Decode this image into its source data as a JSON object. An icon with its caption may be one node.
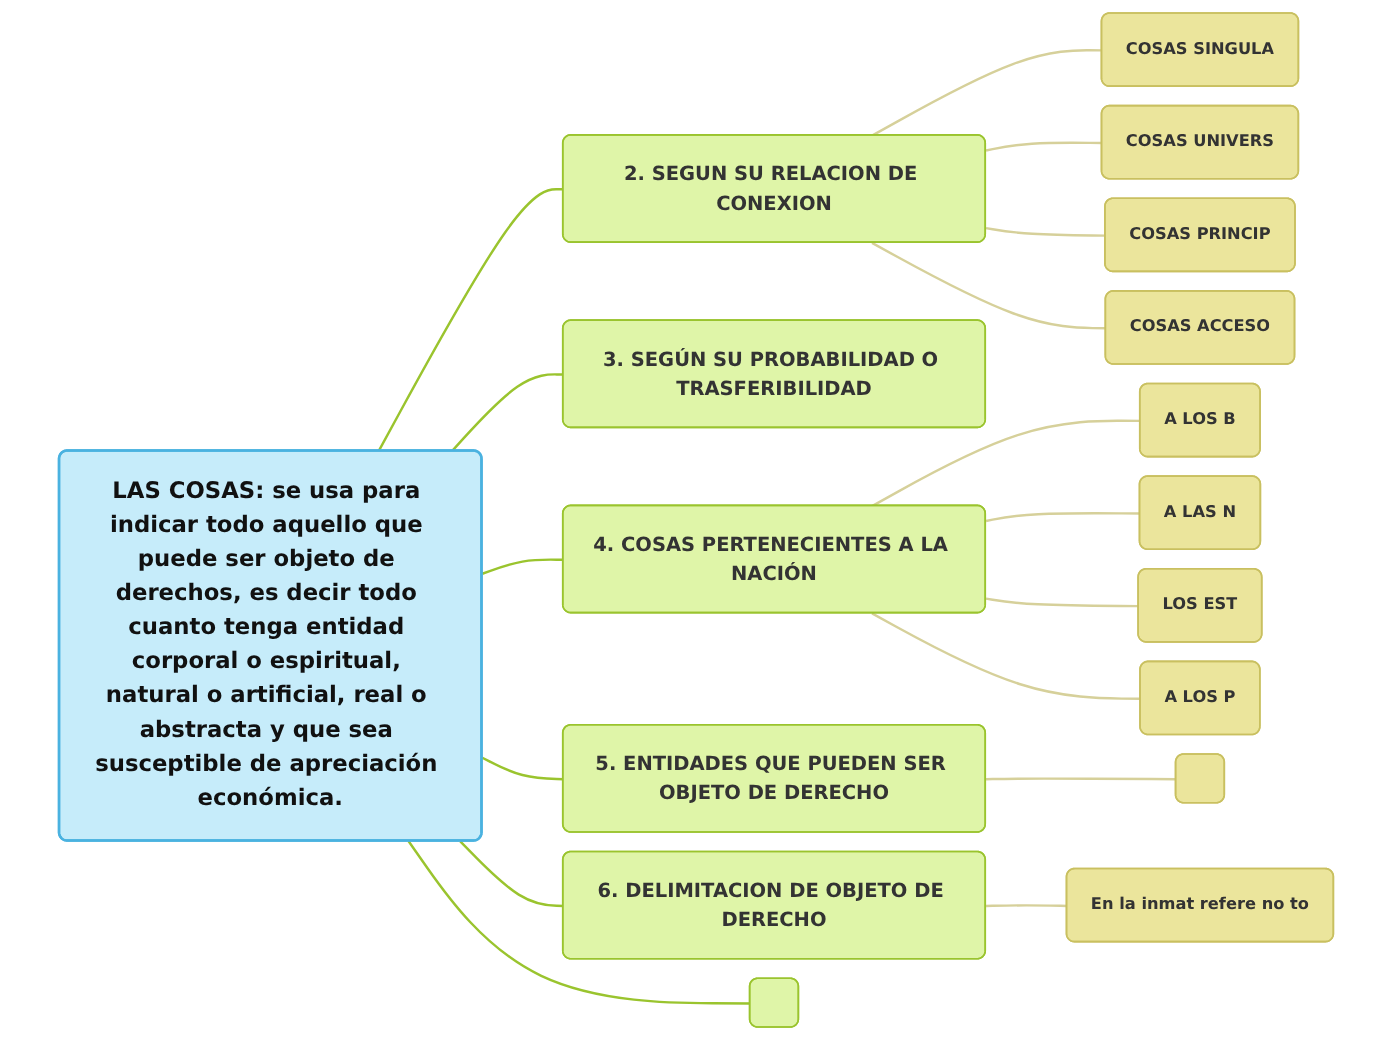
{
  "diagram": {
    "nodes": [
      {
        "text": [
          "LAS COSAS: se usa para indicar todo aquello que puede ser objeto de derechos, es decir todo cuanto tenga entidad corporal o espiritual, natural o artificial, real o abstracta y que sea susceptible de apreciación económica."
        ]
      },
      {
        "text": [
          "2. SEGUN SU RELACION DE CONEXION"
        ]
      },
      {
        "text": [
          "COSAS SINGULA"
        ]
      },
      {
        "text": [
          "COSAS UNIVERS"
        ]
      },
      {
        "text": [
          "COSAS  PRINCIP"
        ]
      },
      {
        "text": [
          "COSAS ACCESO"
        ]
      },
      {
        "text": [
          "3. SEGÚN SU PROBABILIDAD O TRASFERIBILIDAD"
        ]
      },
      {
        "text": [
          "4. COSAS PERTENECIENTES A LA NACIÓN"
        ]
      },
      {
        "text": [
          "A LOS B"
        ]
      },
      {
        "text": [
          "A LAS N"
        ]
      },
      {
        "text": [
          "LOS EST"
        ]
      },
      {
        "text": [
          "A LOS P"
        ]
      },
      {
        "text": [
          "5. ENTIDADES QUE PUEDEN SER OBJETO DE DERECHO"
        ]
      },
      {
        "text": [],
        "shape": "box"
      },
      {
        "text": [
          "6. DELIMITACION DE OBJETO DE DERECHO"
        ]
      },
      {
        "text": [
          "En la inmat refere no to"
        ]
      },
      {
        "text": [],
        "shape": "box"
      }
    ],
    "edges": [
      {
        "from": 0,
        "to": 1,
        "arrow": "none",
        "color": "#9ac42e"
      },
      {
        "from": 1,
        "to": 2,
        "arrow": "none"
      },
      {
        "from": 1,
        "to": 3,
        "arrow": "none"
      },
      {
        "from": 1,
        "to": 4,
        "arrow": "none"
      },
      {
        "from": 1,
        "to": 5,
        "arrow": "none"
      },
      {
        "from": 0,
        "to": 6,
        "arrow": "none",
        "color": "#9ac42e"
      },
      {
        "from": 0,
        "to": 7,
        "arrow": "none",
        "color": "#9ac42e"
      },
      {
        "from": 7,
        "to": 8,
        "arrow": "none"
      },
      {
        "from": 7,
        "to": 9,
        "arrow": "none"
      },
      {
        "from": 7,
        "to": 10,
        "arrow": "none"
      },
      {
        "from": 7,
        "to": 11,
        "arrow": "none"
      },
      {
        "from": 0,
        "to": 12,
        "arrow": "none",
        "color": "#9ac42e"
      },
      {
        "from": 12,
        "to": 13,
        "arrow": "none"
      },
      {
        "from": 0,
        "to": 14,
        "arrow": "none",
        "color": "#9ac42e"
      },
      {
        "from": 14,
        "to": 15,
        "arrow": "none"
      },
      {
        "from": 0,
        "to": 16,
        "arrow": "none",
        "color": "#9ac42e"
      }
    ]
  }
}
